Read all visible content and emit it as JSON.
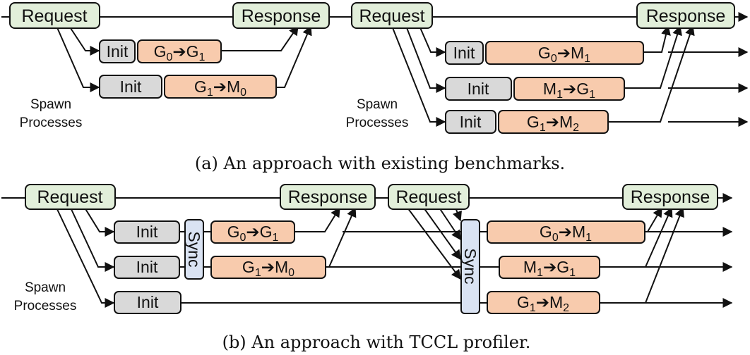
{
  "labels": {
    "request": "Request",
    "response": "Response",
    "init": "Init",
    "sync": "Sync",
    "spawn_line1": "Spawn",
    "spawn_line2": "Processes"
  },
  "transfers": {
    "g0_g1": {
      "from": "G",
      "from_sub": "0",
      "to": "G",
      "to_sub": "1"
    },
    "g1_m0": {
      "from": "G",
      "from_sub": "1",
      "to": "M",
      "to_sub": "0"
    },
    "g0_m1": {
      "from": "G",
      "from_sub": "0",
      "to": "M",
      "to_sub": "1"
    },
    "m1_g1": {
      "from": "M",
      "from_sub": "1",
      "to": "G",
      "to_sub": "1"
    },
    "g1_m2": {
      "from": "G",
      "from_sub": "1",
      "to": "M",
      "to_sub": "2"
    }
  },
  "arrow_glyph": "➔",
  "captions": {
    "a": "(a) An approach with existing benchmarks.",
    "b": "(b) An approach with TCCL profiler."
  },
  "colors": {
    "request_fill": "#e2efda",
    "init_fill": "#d9d9d9",
    "transfer_fill": "#f8cbad",
    "sync_fill": "#dae3f3",
    "stroke": "#111111"
  }
}
